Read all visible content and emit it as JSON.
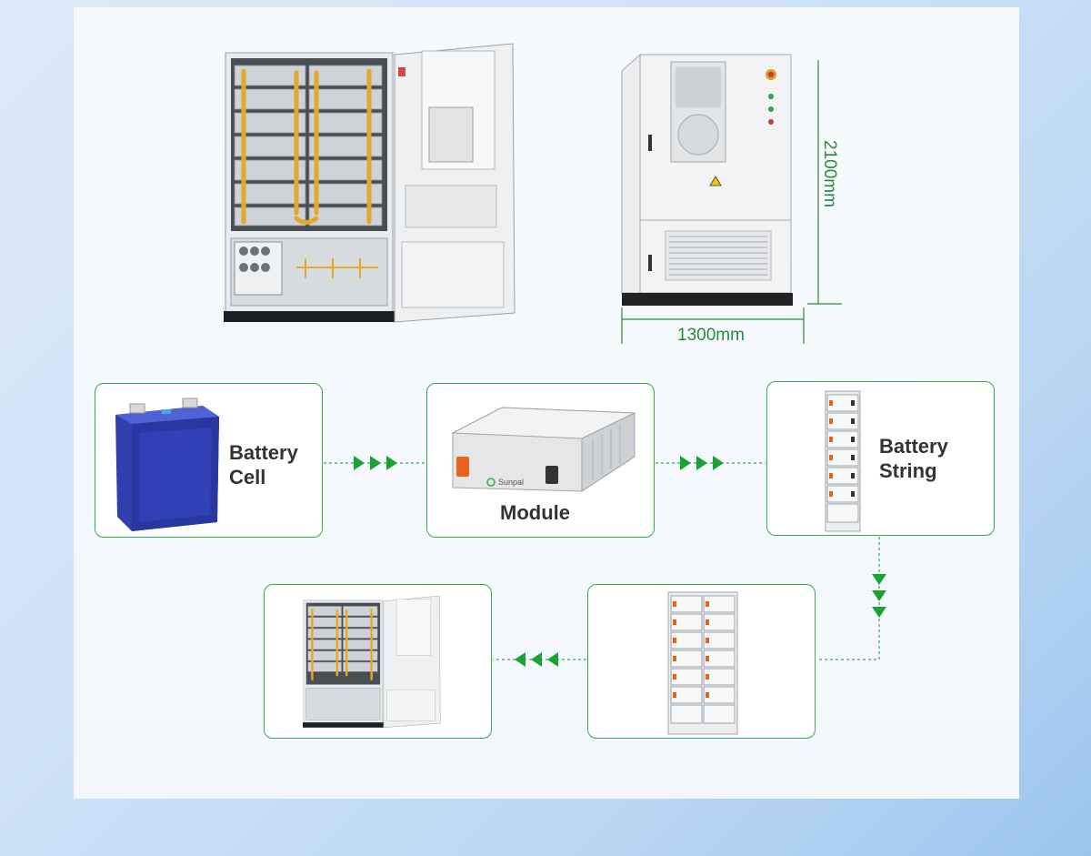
{
  "dimensions": {
    "height": "2100mm",
    "width": "1300mm"
  },
  "stages": {
    "cell": "Battery\nCell",
    "module": "Module",
    "string": "Battery\nString"
  },
  "module_brand": "Sunpal",
  "colors": {
    "accent_green": "#3aa94a",
    "arrow_green": "#1aa334",
    "cell_blue": "#2f3fb0",
    "terminal_orange": "#e8641e"
  }
}
